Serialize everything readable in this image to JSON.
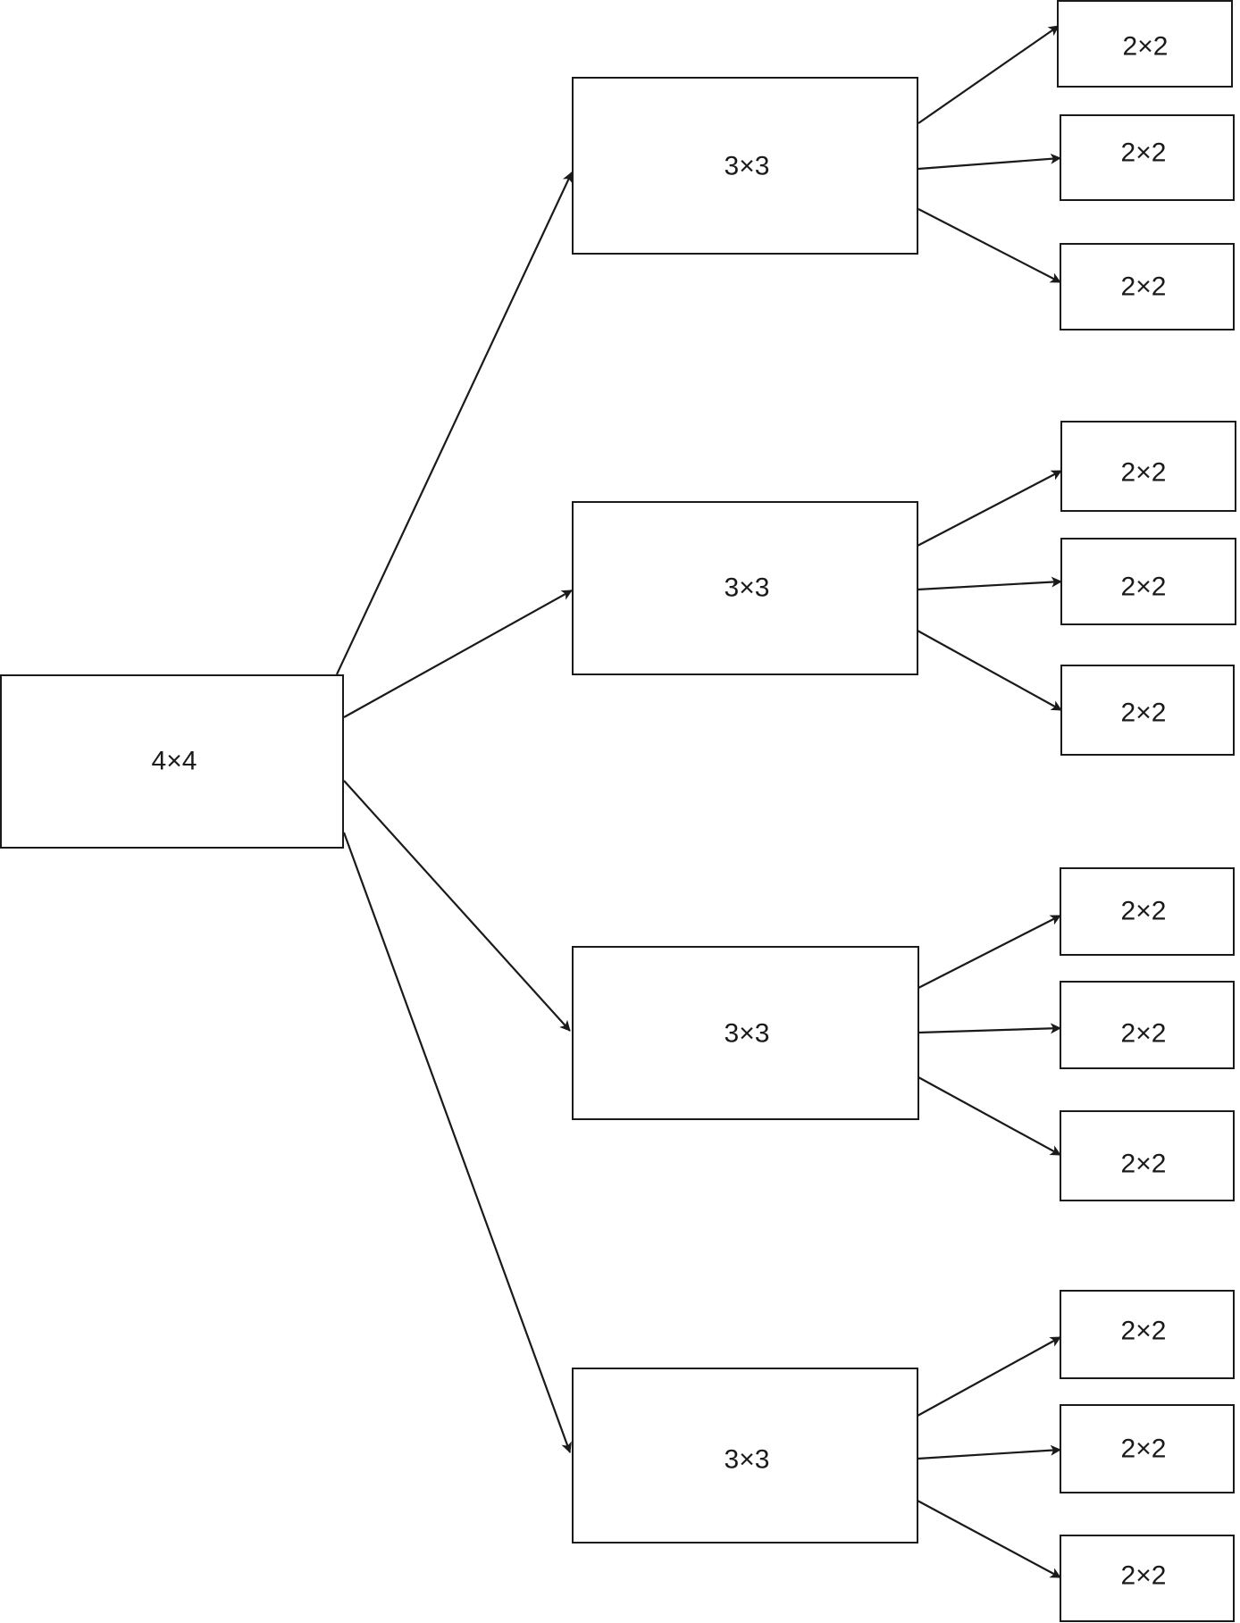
{
  "root": {
    "label": "4×4"
  },
  "level1": [
    {
      "label": "3×3",
      "children": [
        "2×2",
        "2×2",
        "2×2"
      ]
    },
    {
      "label": "3×3",
      "children": [
        "2×2",
        "2×2",
        "2×2"
      ]
    },
    {
      "label": "3×3",
      "children": [
        "2×2",
        "2×2",
        "2×2"
      ]
    },
    {
      "label": "3×3",
      "children": [
        "2×2",
        "2×2",
        "2×2"
      ]
    }
  ],
  "colors": {
    "stroke": "#1a1a1a",
    "background": "#ffffff"
  }
}
